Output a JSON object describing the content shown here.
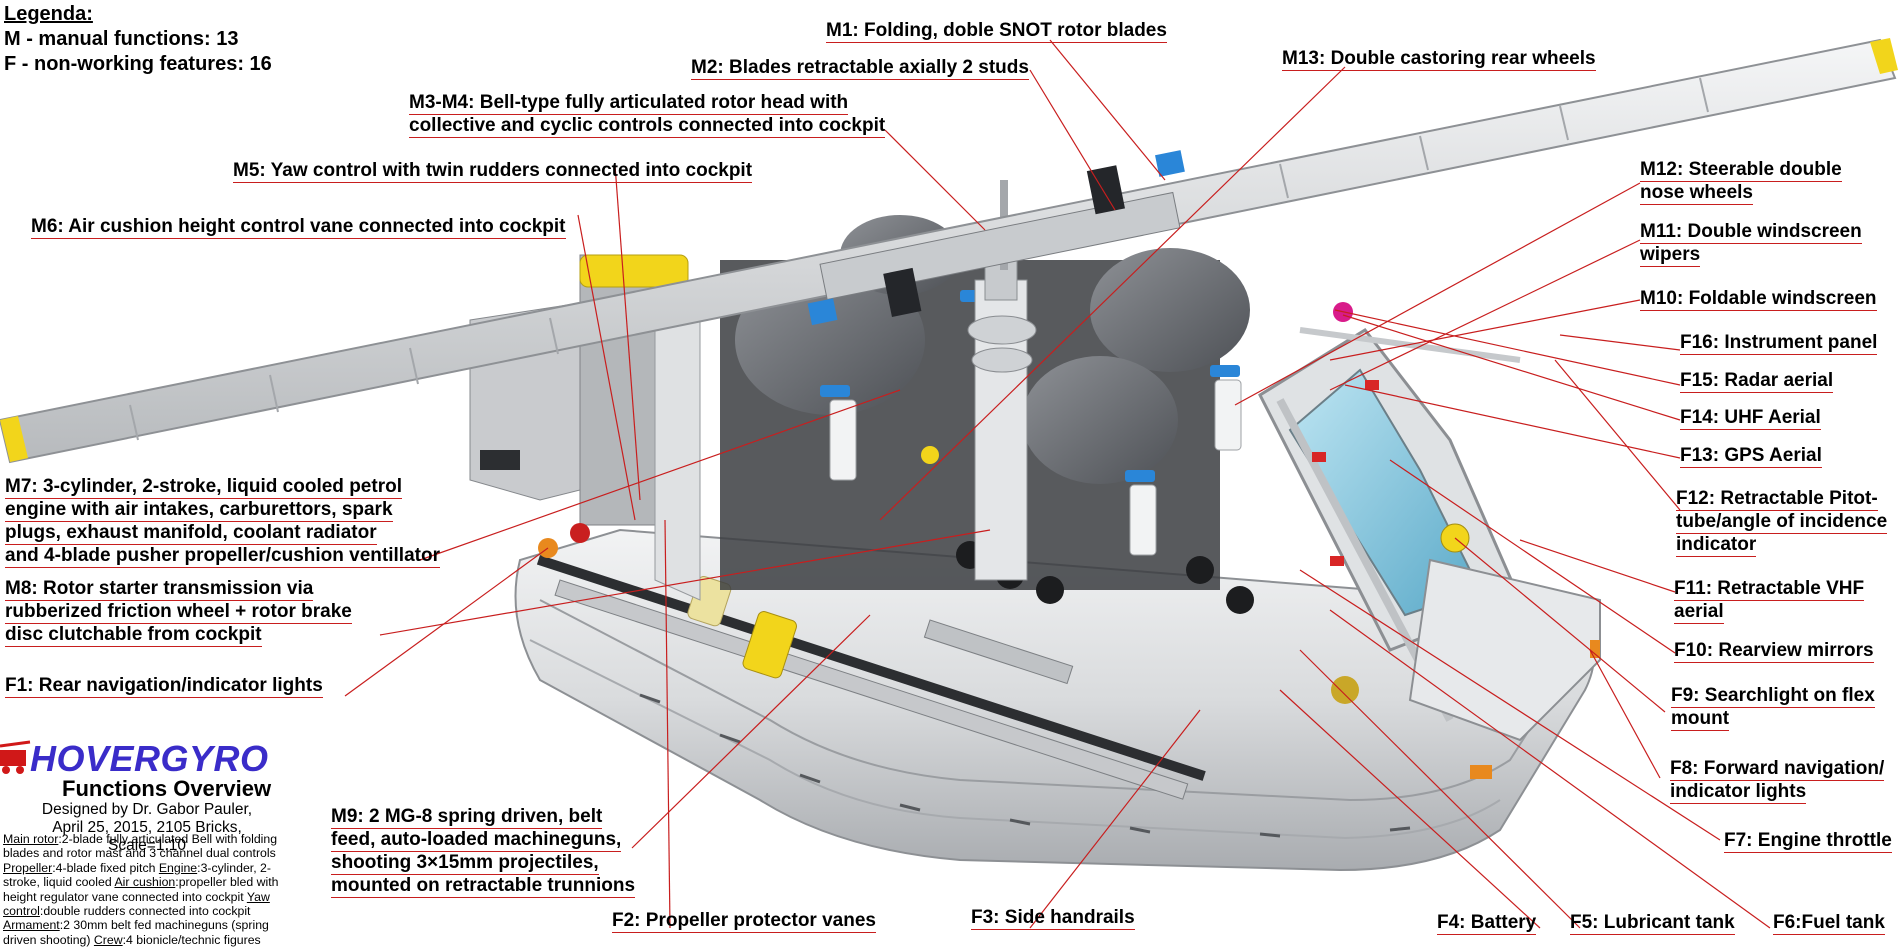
{
  "legend": {
    "title": "Legenda:",
    "line1": "M - manual functions: 13",
    "line2": "F - non-working features: 16"
  },
  "labels": {
    "m1": "M1: Folding, doble SNOT rotor blades",
    "m2": "M2: Blades retractable axially 2 studs",
    "m13": "M13: Double castoring rear wheels",
    "m3m4_1": "M3-M4: Bell-type fully articulated rotor head with",
    "m3m4_2": "collective and cyclic controls connected into cockpit",
    "m5": "M5: Yaw control with twin rudders connected into cockpit",
    "m6": "M6: Air cushion height control vane connected into cockpit",
    "m12_1": "M12: Steerable double",
    "m12_2": "nose wheels",
    "m11_1": "M11: Double windscreen",
    "m11_2": "wipers",
    "m10": "M10: Foldable windscreen",
    "f16": "F16: Instrument panel",
    "f15": "F15: Radar aerial",
    "f14": "F14: UHF Aerial",
    "f13": "F13: GPS Aerial",
    "f12_1": "F12: Retractable Pitot-",
    "f12_2": "tube/angle of incidence",
    "f12_3": "indicator",
    "m7_1": "M7: 3-cylinder, 2-stroke, liquid cooled petrol",
    "m7_2": "engine with air intakes, carburettors, spark",
    "m7_3": "plugs, exhaust manifold, coolant radiator",
    "m7_4": "and 4-blade pusher propeller/cushion ventillator",
    "m8_1": "M8: Rotor starter transmission via",
    "m8_2": "rubberized friction wheel + rotor brake",
    "m8_3": "disc clutchable from cockpit",
    "f1": "F1: Rear navigation/indicator lights",
    "f11_1": "F11: Retractable VHF",
    "f11_2": "aerial",
    "f10": "F10: Rearview mirrors",
    "f9_1": "F9: Searchlight on flex",
    "f9_2": "mount",
    "f8_1": "F8: Forward navigation/",
    "f8_2": "indicator lights",
    "f7": "F7: Engine throttle",
    "m9_1": "M9: 2 MG-8 spring driven, belt",
    "m9_2": "feed, auto-loaded machineguns,",
    "m9_3": "shooting 3×15mm projectiles,",
    "m9_4": "mounted on retractable trunnions",
    "f2": "F2: Propeller protector vanes",
    "f3": "F3: Side handrails",
    "f4": "F4: Battery",
    "f5": "F5: Lubricant tank",
    "f6": "F6:Fuel tank"
  },
  "brand": {
    "logo": "HOVERGYRO",
    "subtitle": "Functions Overview",
    "credit1": "Designed by Dr. Gabor Pauler,",
    "credit2": "April 25, 2015, 2105 Bricks, Scale=1:10"
  },
  "specs": {
    "k1": "Main rotor",
    "v1": ":2-blade fully articulated Bell with folding blades and rotor mast and 3 channel dual controls ",
    "k2": "Propeller",
    "v2": ":4-blade fixed pitch ",
    "k3": "Engine",
    "v3": ":3-cylinder, 2-stroke, liquid cooled ",
    "k4": "Air cushion",
    "v4": ":propeller bled with height regulator vane connected into cockpit ",
    "k5": "Yaw control",
    "v5": ":double rudders connected into cockpit ",
    "k6": "Armament",
    "v6": ":2 30mm belt fed machineguns (spring driven shooting) ",
    "k7": "Crew",
    "v7": ":4 bionicle/technic figures"
  },
  "colors": {
    "leader_line": "#c81e1e",
    "logo_blue": "#3a2cc9",
    "logo_red": "#d01818",
    "accent_blue": "#2a86d8",
    "accent_yellow": "#f2d51b",
    "body_gray": "#d4d6d8",
    "dark_gray": "#6b6e72",
    "canopy": "#8fd0e8"
  }
}
